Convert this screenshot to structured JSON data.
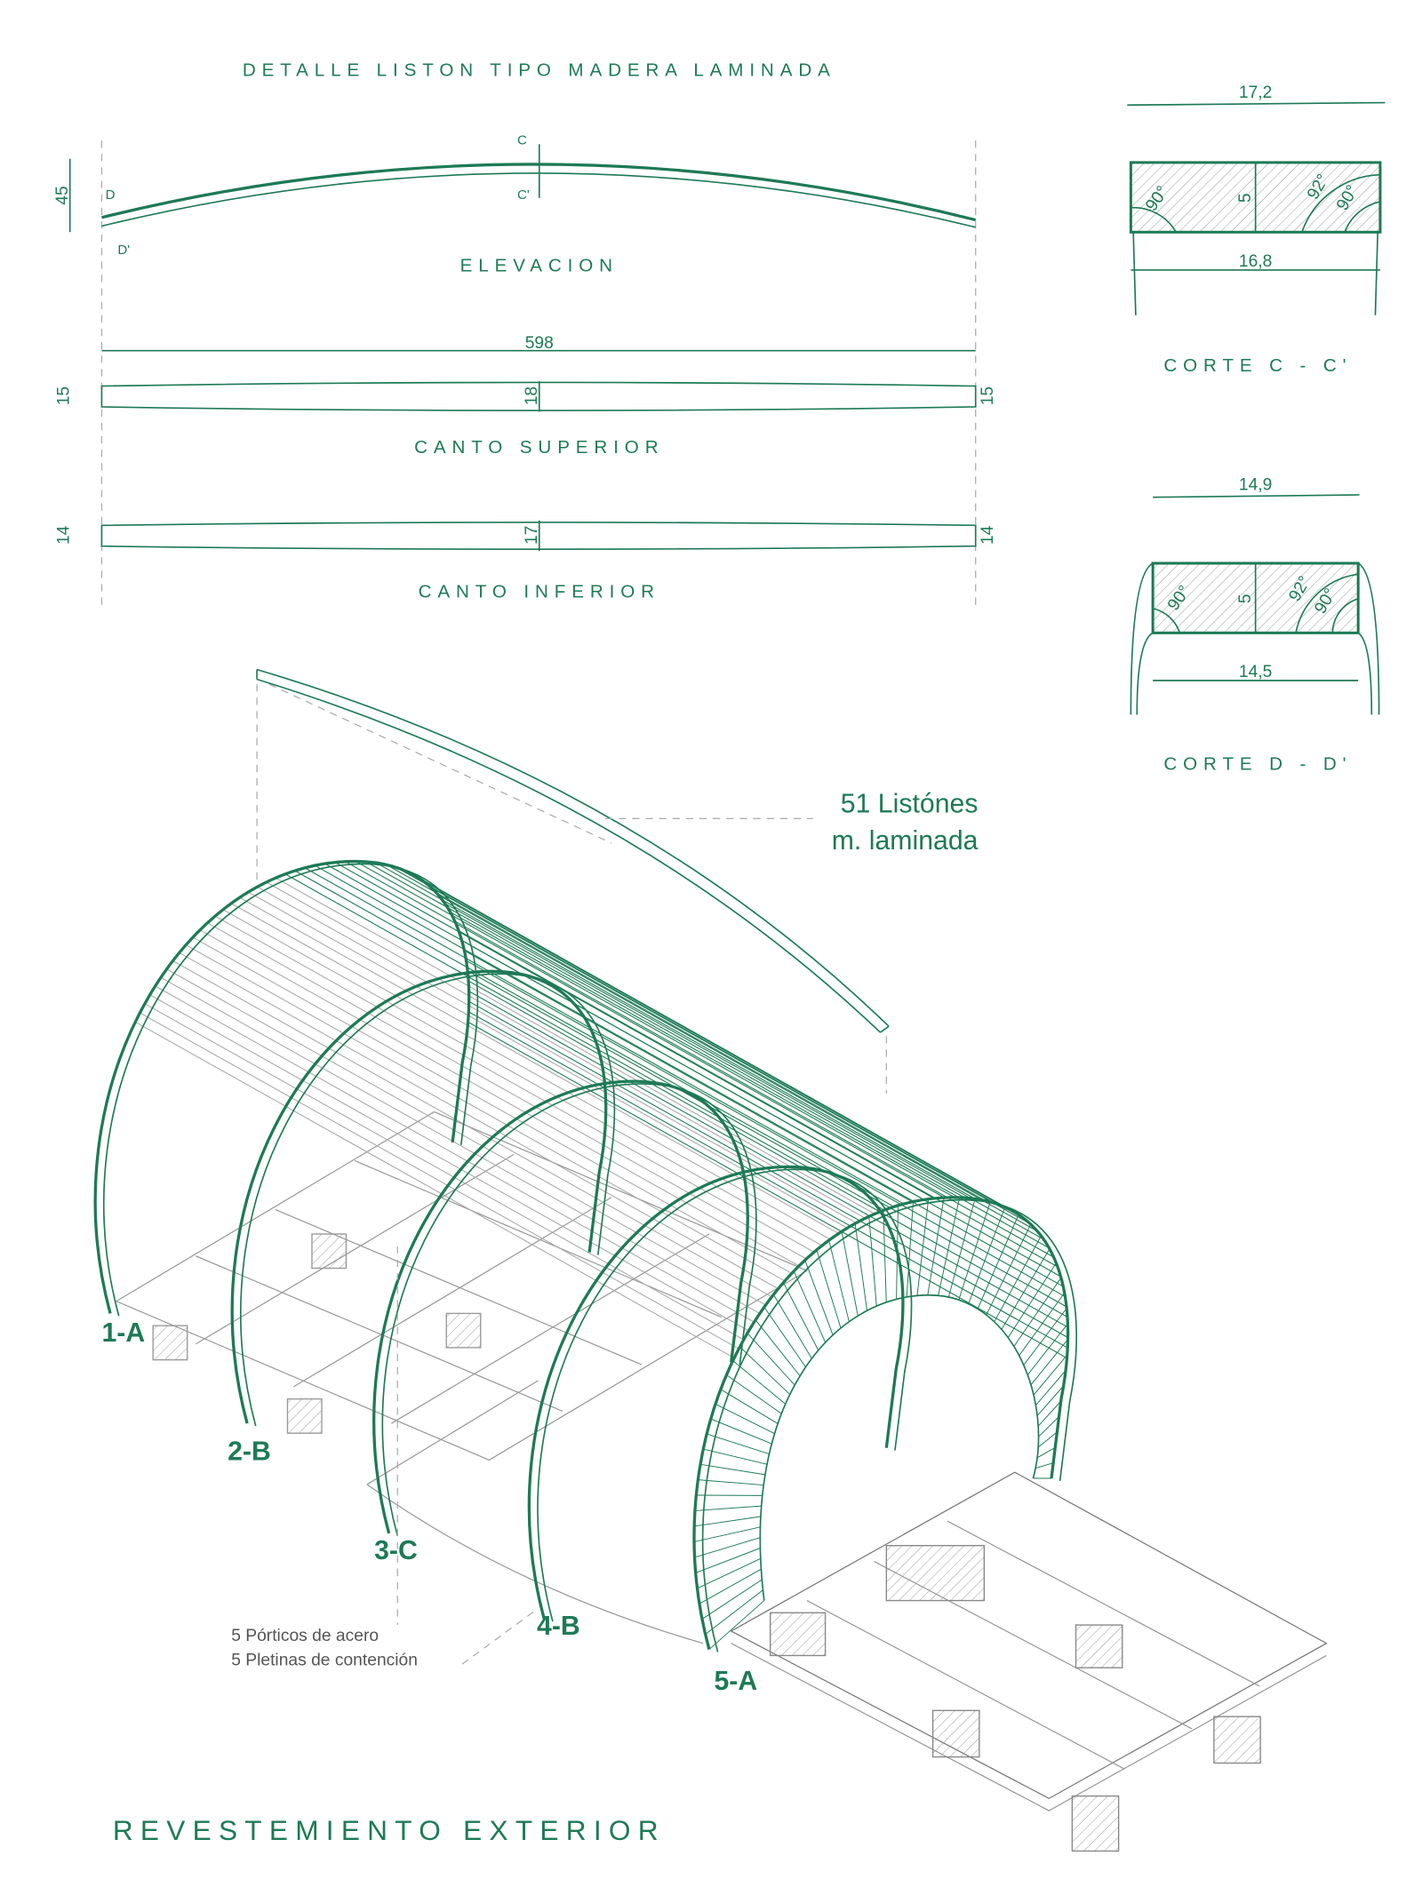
{
  "detail": {
    "title": "DETALLE LISTON TIPO MADERA LAMINADA",
    "elevation": {
      "label": "ELEVACION",
      "height_dim": "45",
      "section_c": "C",
      "section_c2": "C'",
      "section_d": "D",
      "section_d2": "D'"
    },
    "length_dim": "598",
    "canto_superior": {
      "label": "CANTO SUPERIOR",
      "end_dim": "15",
      "mid_dim": "18"
    },
    "canto_inferior": {
      "label": "CANTO INFERIOR",
      "end_dim": "14",
      "mid_dim": "17"
    }
  },
  "corte_c": {
    "label": "CORTE C - C'",
    "top_dim": "17,2",
    "bottom_dim": "16,8",
    "height_dim": "5",
    "angle_left": "90°",
    "angle_right_outer": "92°",
    "angle_right_inner": "90°"
  },
  "corte_d": {
    "label": "CORTE D - D'",
    "top_dim": "14,9",
    "bottom_dim": "14,5",
    "height_dim": "5",
    "angle_left": "90°",
    "angle_right_outer": "92°",
    "angle_right_inner": "90°"
  },
  "axonometric": {
    "slats_note_line1": "51 Listónes",
    "slats_note_line2": "m. laminada",
    "frames": [
      "1-A",
      "2-B",
      "3-C",
      "4-B",
      "5-A"
    ],
    "frames_note_line1": "5 Pórticos de acero",
    "frames_note_line2": "5 Pletinas de contención"
  },
  "sheet_title": "REVESTEMIENTO EXTERIOR",
  "colors": {
    "accent": "#1d7a56"
  }
}
